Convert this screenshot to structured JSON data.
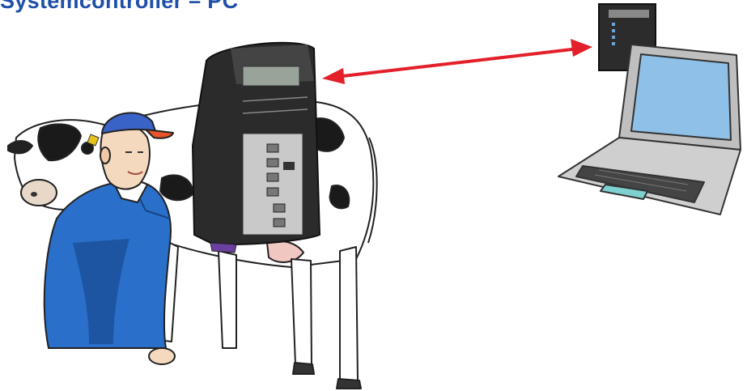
{
  "page": {
    "title": "Systemcontroller – PC"
  },
  "colors": {
    "title": "#1f4fa8",
    "arrow": "#e3202a",
    "overall": "#2a6fc9",
    "cap": "#3a63c8",
    "cap_brim": "#e8532a",
    "controller_body": "#2b2b2b",
    "controller_panel": "#c9c9c9",
    "laptop_screen": "#8fc0e8"
  },
  "icons": [
    "farmer-figure",
    "cow-figure",
    "system-controller-device",
    "wall-controller-device",
    "laptop-pc",
    "bidirectional-arrow"
  ]
}
